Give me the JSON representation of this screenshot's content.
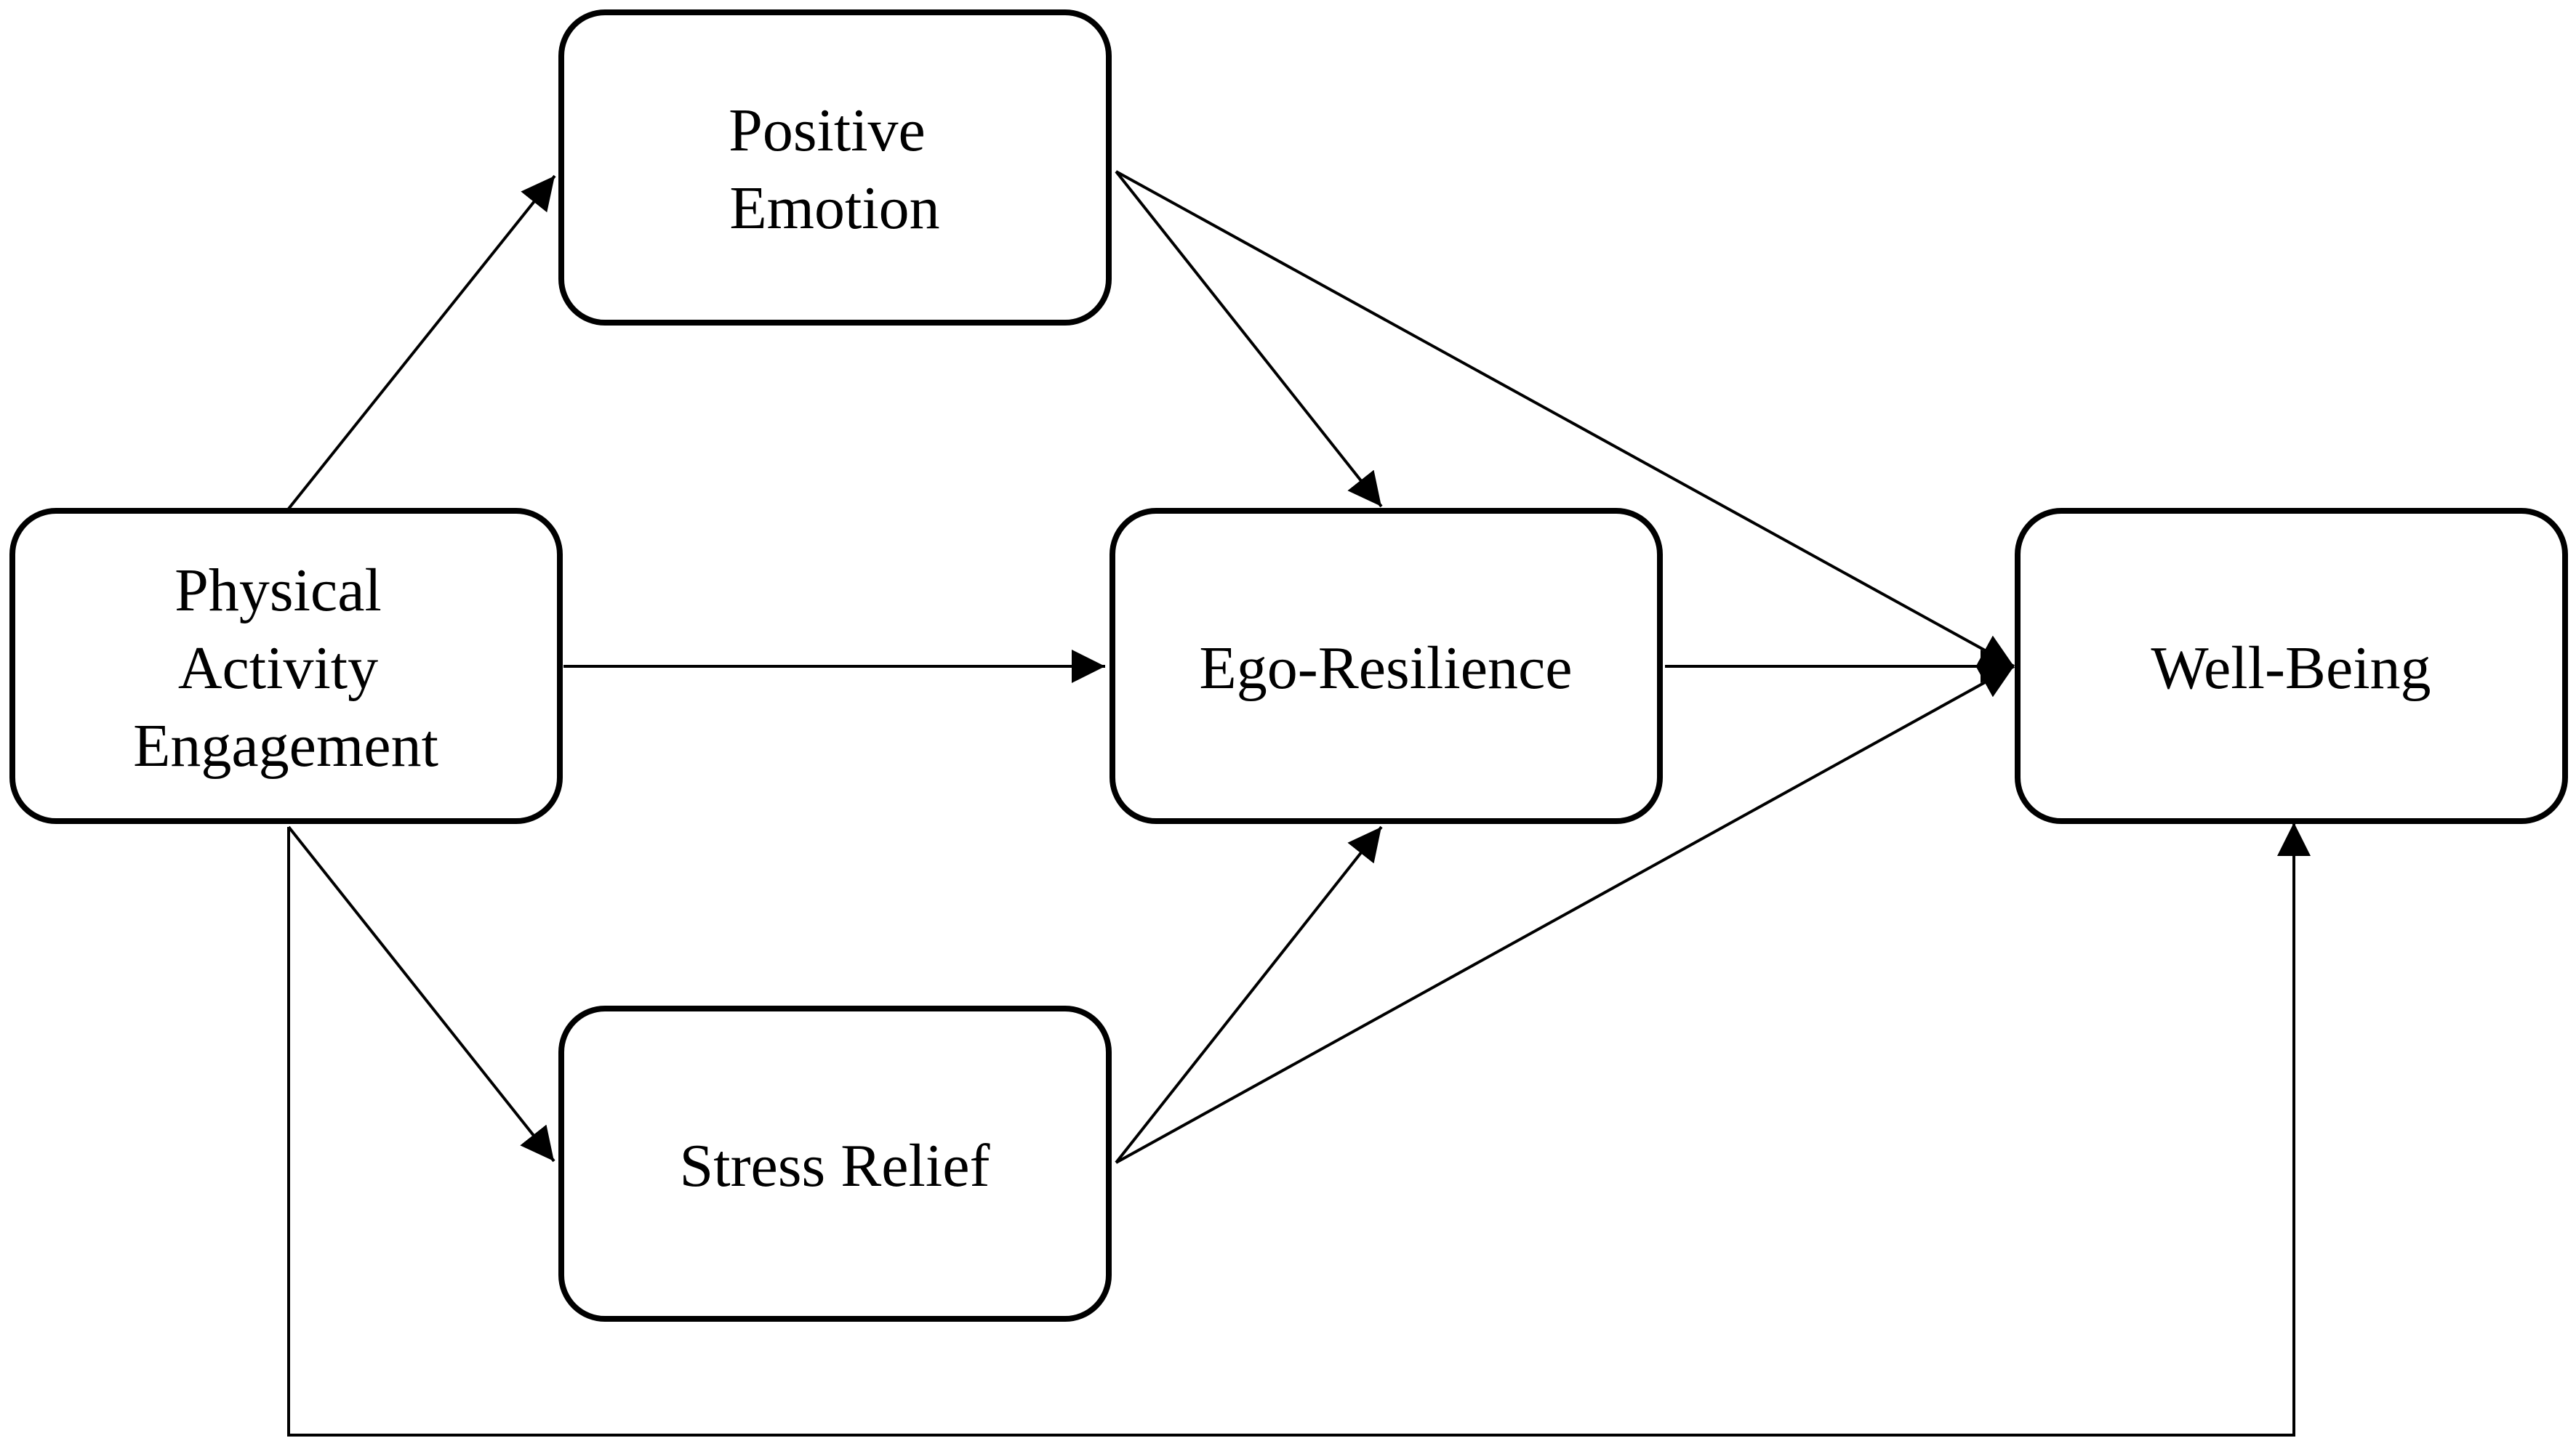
{
  "diagram": {
    "nodes": {
      "physical_activity": {
        "lines": [
          "Physical",
          "Activity",
          "Engagement"
        ]
      },
      "positive_emotion": {
        "lines": [
          "Positive",
          "Emotion"
        ]
      },
      "ego_resilience": {
        "lines": [
          "Ego-Resilience"
        ]
      },
      "stress_relief": {
        "lines": [
          "Stress Relief"
        ]
      },
      "well_being": {
        "lines": [
          "Well-Being"
        ]
      }
    },
    "edges": [
      {
        "from": "Physical Activity Engagement",
        "to": "Positive Emotion"
      },
      {
        "from": "Physical Activity Engagement",
        "to": "Ego-Resilience"
      },
      {
        "from": "Physical Activity Engagement",
        "to": "Stress Relief"
      },
      {
        "from": "Physical Activity Engagement",
        "to": "Well-Being"
      },
      {
        "from": "Positive Emotion",
        "to": "Ego-Resilience"
      },
      {
        "from": "Positive Emotion",
        "to": "Well-Being"
      },
      {
        "from": "Stress Relief",
        "to": "Ego-Resilience"
      },
      {
        "from": "Stress Relief",
        "to": "Well-Being"
      },
      {
        "from": "Ego-Resilience",
        "to": "Well-Being"
      }
    ]
  },
  "colors": {
    "stroke": "#000000",
    "background": "#ffffff"
  }
}
